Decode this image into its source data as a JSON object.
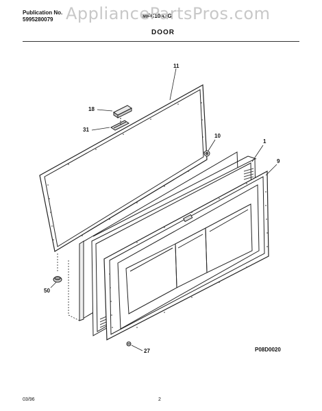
{
  "header": {
    "publication_label": "Publication No.",
    "publication_number": "5995280079",
    "model": "MFC10A3G",
    "watermark": "AppliancePartsPros.com",
    "section_title": "DOOR"
  },
  "callouts": {
    "door_gasket": "11",
    "handle": "18",
    "handle_spacer": "31",
    "plug_button": "10",
    "door_liner": "1",
    "door_frame": "9",
    "hinge_cover": "50",
    "screw": "27"
  },
  "diagram_id": "P08D0020",
  "footer": {
    "date": "03/96",
    "page": "2"
  }
}
